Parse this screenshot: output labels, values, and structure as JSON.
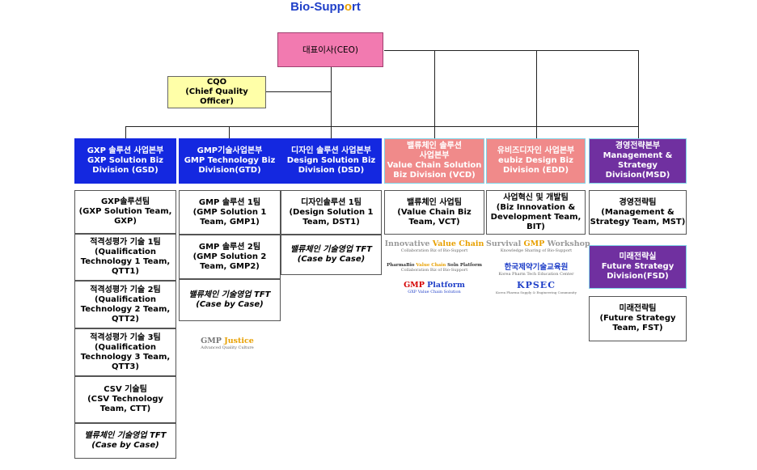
{
  "title": {
    "pre": "Bio-Supp",
    "accent": "o",
    "post": "rt",
    "accent_color": "#e8a000",
    "color": "#1f3fc8"
  },
  "ceo": {
    "label": "대표이사(CEO)",
    "color": "#f27ab0"
  },
  "cqo": {
    "label": "CQO\n(Chief Quality Officer)",
    "color": "#ffffa8"
  },
  "divisions": [
    {
      "id": "gsd",
      "label": "GXP 솔루션 사업본부\nGXP Solution Biz\nDivision (GSD)",
      "bg": "#1428e0",
      "fg": "#ffffff"
    },
    {
      "id": "gtd",
      "label": "GMP기술사업본부\nGMP Technology Biz\nDivision(GTD)",
      "bg": "#1428e0",
      "fg": "#ffffff"
    },
    {
      "id": "dsd",
      "label": "디자인 솔루션 사업본부\nDesign Solution Biz\nDivision (DSD)",
      "bg": "#1428e0",
      "fg": "#ffffff"
    },
    {
      "id": "vcd",
      "label": "밸류체인 솔루션\n사업본부\nValue Chain Solution\nBiz Division (VCD)",
      "bg": "#f08a8a",
      "fg": "#ffffff"
    },
    {
      "id": "edd",
      "label": "유비즈디자인 사업본부\neubiz Design Biz\nDivision (EDD)",
      "bg": "#f08a8a",
      "fg": "#ffffff"
    },
    {
      "id": "msd",
      "label": "경영전략본부\nManagement &\nStrategy\nDivision(MSD)",
      "bg": "#7030a0",
      "fg": "#ffffff"
    }
  ],
  "teams": {
    "gsd": [
      {
        "label": "GXP솔루션팀\n(GXP Solution Team,\nGXP)"
      },
      {
        "label": "적격성평가 기술 1팀\n(Qualification\nTechnology 1 Team,\nQTT1)"
      },
      {
        "label": "적격성평가 기술 2팀\n(Qualification\nTechnology 2 Team,\nQTT2)"
      },
      {
        "label": "적격성평가 기술 3팀\n(Qualification\nTechnology 3 Team,\nQTT3)"
      },
      {
        "label": "CSV 기술팀\n(CSV Technology\nTeam, CTT)"
      },
      {
        "label": "밸류체인 기술영업 TFT\n(Case by Case)"
      }
    ],
    "gtd": [
      {
        "label": "GMP 솔루션 1팀\n(GMP Solution 1\nTeam, GMP1)"
      },
      {
        "label": "GMP 솔루션 2팀\n(GMP Solution 2\nTeam, GMP2)"
      },
      {
        "label": "밸류체인 기술영업 TFT\n(Case by Case)"
      }
    ],
    "dsd": [
      {
        "label": "디자인솔루션 1팀\n(Design Solution 1\nTeam, DST1)"
      },
      {
        "label": "밸류체인 기술영업 TFT\n(Case by Case)"
      }
    ],
    "vcd": [
      {
        "label": "밸류체인 사업팀\n(Value Chain Biz\nTeam, VCT)"
      }
    ],
    "edd": [
      {
        "label": "사업혁신 및 개발팀\n(Biz Innovation &\nDevelopment Team,\nBIT)"
      }
    ],
    "msd": [
      {
        "label": "경영전략팀\n(Management &\nStrategy Team, MST)"
      },
      {
        "label": "미래전략실\nFuture Strategy\nDivision(FSD)",
        "bg": "#7030a0",
        "fg": "#ffffff"
      },
      {
        "label": "미래전략팀\n(Future Strategy\nTeam, FST)"
      }
    ]
  },
  "logos": {
    "gmp_justice": {
      "a": "GMP ",
      "b": "Justice",
      "sub": "Advanced Quality Culture"
    },
    "innovative_value_chain": {
      "a": "Innovative ",
      "b": "Value Chain",
      "sub": "Collaboration Biz of Bio-Support"
    },
    "pharmabio": {
      "a": "PharmaBio ",
      "b": "Value Chain",
      "c": " Soln Platform",
      "sub": "Collaboration Biz of Bio-Support"
    },
    "gmp_platform": {
      "a": "GMP ",
      "b": "Platform",
      "sub": "GXP Value Chain Solution"
    },
    "survival_gmp": {
      "a": "Survival ",
      "b": "GMP",
      "c": " Workshop",
      "sub": "Knowledge Sharing of Bio-Support"
    },
    "kpta": {
      "a": "한국제약기술교육원",
      "sub": "Korea Pharm Tech Education Center"
    },
    "kpsec": {
      "a": "KPSEC",
      "sub": "Korea Pharma Supply & Engineering Community"
    }
  }
}
